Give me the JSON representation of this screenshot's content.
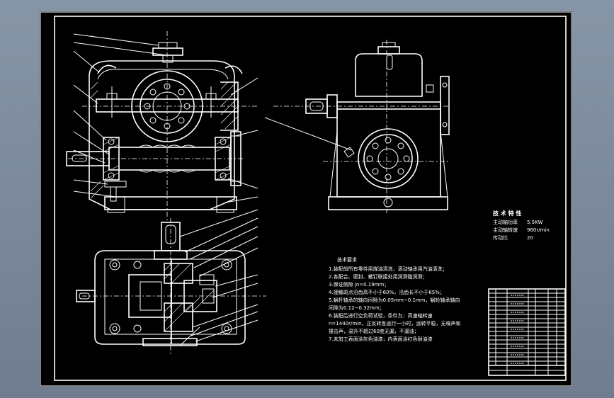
{
  "specs": {
    "title": "技 术 特 性",
    "rows": [
      {
        "label": "主动轴功率",
        "value": "5.5KW"
      },
      {
        "label": "主动轴转速",
        "value": "960r/min"
      },
      {
        "label": "传动比",
        "value": "20"
      }
    ]
  },
  "notes": {
    "title": "技术要求",
    "lines": [
      "1.装配前所有零件用煤油清洗，滚动轴承用汽油清洗；",
      "2.各配合、密封、螺钉联接处用润滑脂润滑；",
      "3.保证侧隙 jn=0.19mm；",
      "4.接触斑点沿齿高不小于60%，沿齿长不小于65%；",
      "5.蜗杆轴承的轴向间隙为0.05mm~0.1mm，蜗轮轴承轴向",
      "间隙为0.12~0.32mm；",
      "6.装配后进行空负荷试验，条件为：高速轴转速",
      "n=1440r/min，正反转各运行一小时，运转平稳，无噪声和",
      "撞击声，温升不超过60度无漏，不漏油；",
      "7.未加工表面涂灰色油漆，内表面涂红色耐油漆"
    ]
  }
}
